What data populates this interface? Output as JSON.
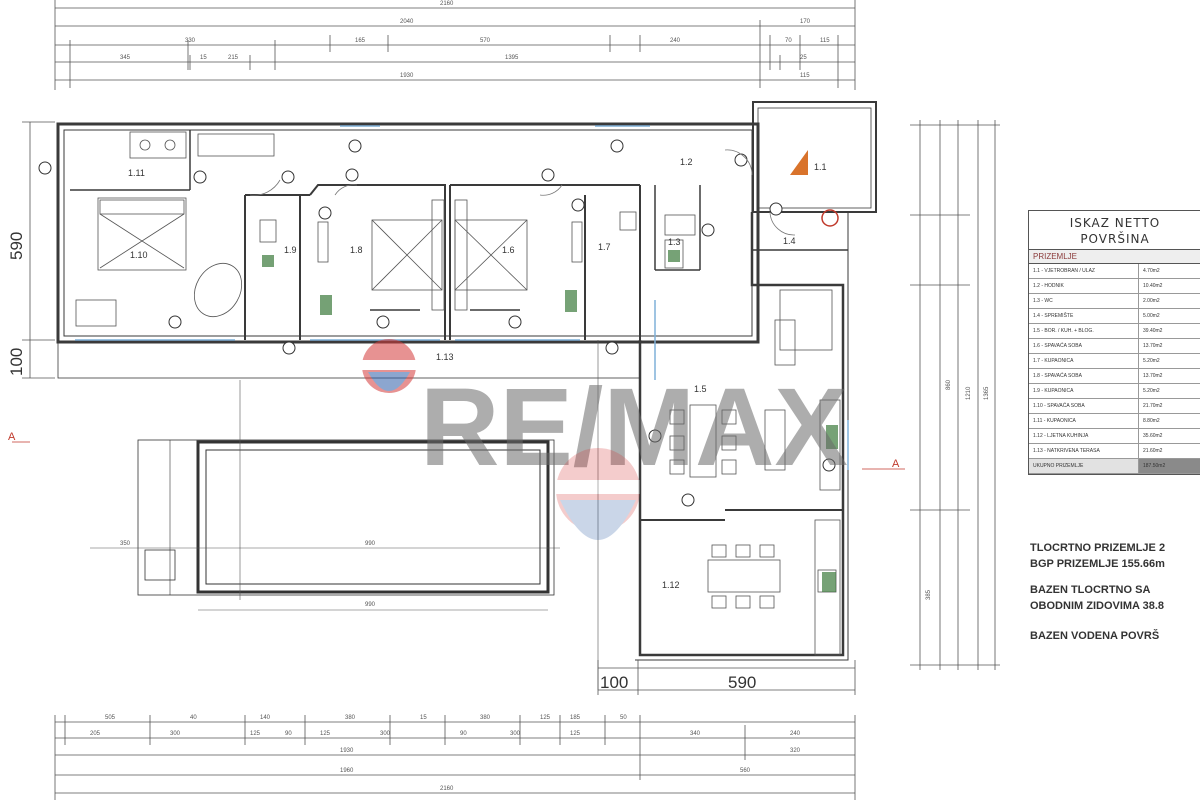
{
  "dimensions": {
    "left_height": "590",
    "left_terrace": "100",
    "bottom_width": "590",
    "bottom_offset": "100"
  },
  "rooms": [
    {
      "id": "1.1"
    },
    {
      "id": "1.2"
    },
    {
      "id": "1.3"
    },
    {
      "id": "1.4"
    },
    {
      "id": "1.5"
    },
    {
      "id": "1.6"
    },
    {
      "id": "1.7"
    },
    {
      "id": "1.8"
    },
    {
      "id": "1.9"
    },
    {
      "id": "1.10"
    },
    {
      "id": "1.11"
    },
    {
      "id": "1.12"
    },
    {
      "id": "1.13"
    }
  ],
  "section_markers": {
    "left": "A",
    "right": "A"
  },
  "watermark": {
    "text": "RE/MAX",
    "colors": {
      "primary": "#6b6b6b",
      "balloon_red": "#d43a3a",
      "balloon_blue": "#2f5fa8"
    }
  },
  "table": {
    "title_line1": "ISKAZ NETTO",
    "title_line2": "POVRŠINA",
    "subtitle": "PRIZEMLJE",
    "rows": [
      {
        "name": "1.1 - VJETROBRAN / ULAZ",
        "value": "4.70m2"
      },
      {
        "name": "1.2 - HODNIK",
        "value": "10.40m2"
      },
      {
        "name": "1.3 - WC",
        "value": "2.00m2"
      },
      {
        "name": "1.4 - SPREMIŠTE",
        "value": "5.00m2"
      },
      {
        "name": "1.5 - BOR. / KUH. + BLOG.",
        "value": "39.40m2"
      },
      {
        "name": "1.6 - SPAVAĆA SOBA",
        "value": "13.70m2"
      },
      {
        "name": "1.7 - KUPAONICA",
        "value": "5.20m2"
      },
      {
        "name": "1.8 - SPAVAĆA SOBA",
        "value": "13.70m2"
      },
      {
        "name": "1.9 - KUPAONICA",
        "value": "5.20m2"
      },
      {
        "name": "1.10 - SPAVAĆA SOBA",
        "value": "21.70m2"
      },
      {
        "name": "1.11 - KUPAONICA",
        "value": "8.80m2"
      },
      {
        "name": "1.12 - LJETNA KUHINJA",
        "value": "35.60m2"
      },
      {
        "name": "1.13 - NATKRIVENA TERASA",
        "value": "21.60m2"
      }
    ],
    "total_label": "UKUPNO PRIZEMLJE",
    "total_value": "187.50m2"
  },
  "notes": [
    "TLOCRTNO PRIZEMLJE 2",
    "BGP PRIZEMLJE 155.66m",
    "BAZEN TLOCRTNO SA",
    "OBODNIM ZIDOVIMA 38.8",
    "BAZEN VODENA POVRŠ"
  ],
  "colors": {
    "line": "#3a3a3a",
    "accent_red": "#c0392b",
    "accent_orange": "#d9732b",
    "plant_green": "#3c7a3c",
    "window_blue": "#7fb0d8"
  }
}
